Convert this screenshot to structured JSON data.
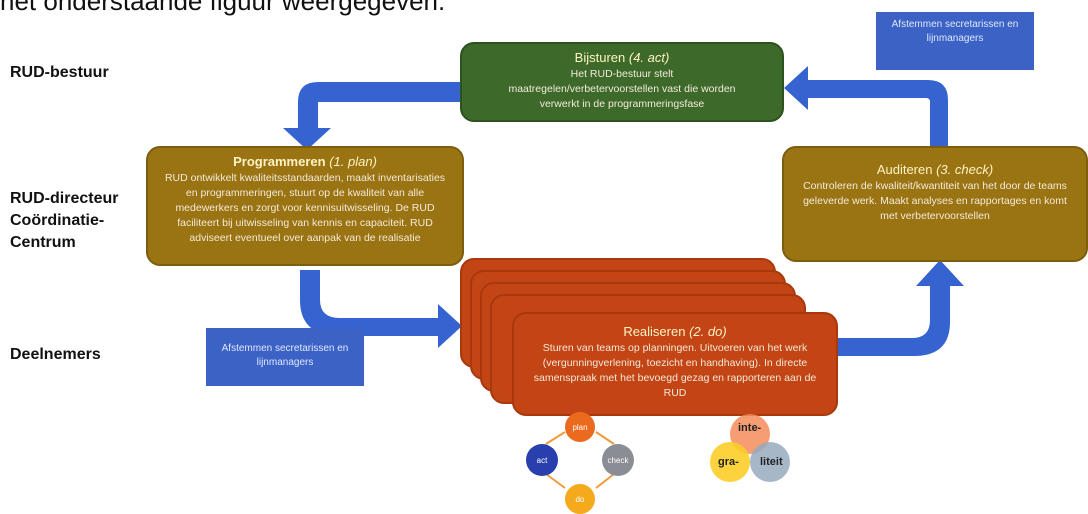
{
  "heading": "het onderstaande figuur weergegeven.",
  "rows": {
    "bestuur": "RUD-bestuur",
    "directeur": [
      "RUD-directeur",
      "Coördinatie-",
      "Centrum"
    ],
    "deelnemers": "Deelnemers"
  },
  "boxes": {
    "bijsturen": {
      "title": "Bijsturen",
      "title_em": "(4. act)",
      "text": "Het RUD-bestuur stelt maatregelen/verbetervoorstellen vast die worden verwerkt in de programmeringsfase"
    },
    "programmeren": {
      "title": "Programmeren",
      "title_em": "(1. plan)",
      "text": "RUD ontwikkelt kwaliteitsstandaarden, maakt inventarisaties en programmeringen, stuurt op de kwaliteit van alle medewerkers en zorgt voor kennisuitwisseling. De RUD faciliteert bij uitwisseling van kennis en capaciteit. RUD adviseert eventueel over aanpak van de realisatie"
    },
    "auditeren": {
      "title": "Auditeren",
      "title_em": "(3. check)",
      "text": "Controleren de kwaliteit/kwantiteit van het door de teams geleverde werk. Maakt analyses en rapportages en komt met verbetervoorstellen"
    },
    "realiseren": {
      "title": "Realiseren",
      "title_em": "(2. do)",
      "text": "Sturen van teams op planningen. Uitvoeren van het werk (vergunningverlening, toezicht en handhaving). In directe samenspraak met het bevoegd gezag en rapporteren aan de RUD"
    }
  },
  "notes": {
    "top_right": "Afstemmen secretarissen en lijnmanagers",
    "bottom_left": "Afstemmen secretarissen en lijnmanagers"
  },
  "pdca": {
    "plan": "plan",
    "do": "do",
    "check": "check",
    "act": "act"
  },
  "venn": {
    "a": "inte-",
    "b": "gra-",
    "c": "liteit"
  },
  "colors": {
    "arrow": "#3563cf",
    "green": "#3d6a2b",
    "brown": "#9a7313",
    "orange": "#c34414",
    "note_blue": "#3b62c4"
  }
}
